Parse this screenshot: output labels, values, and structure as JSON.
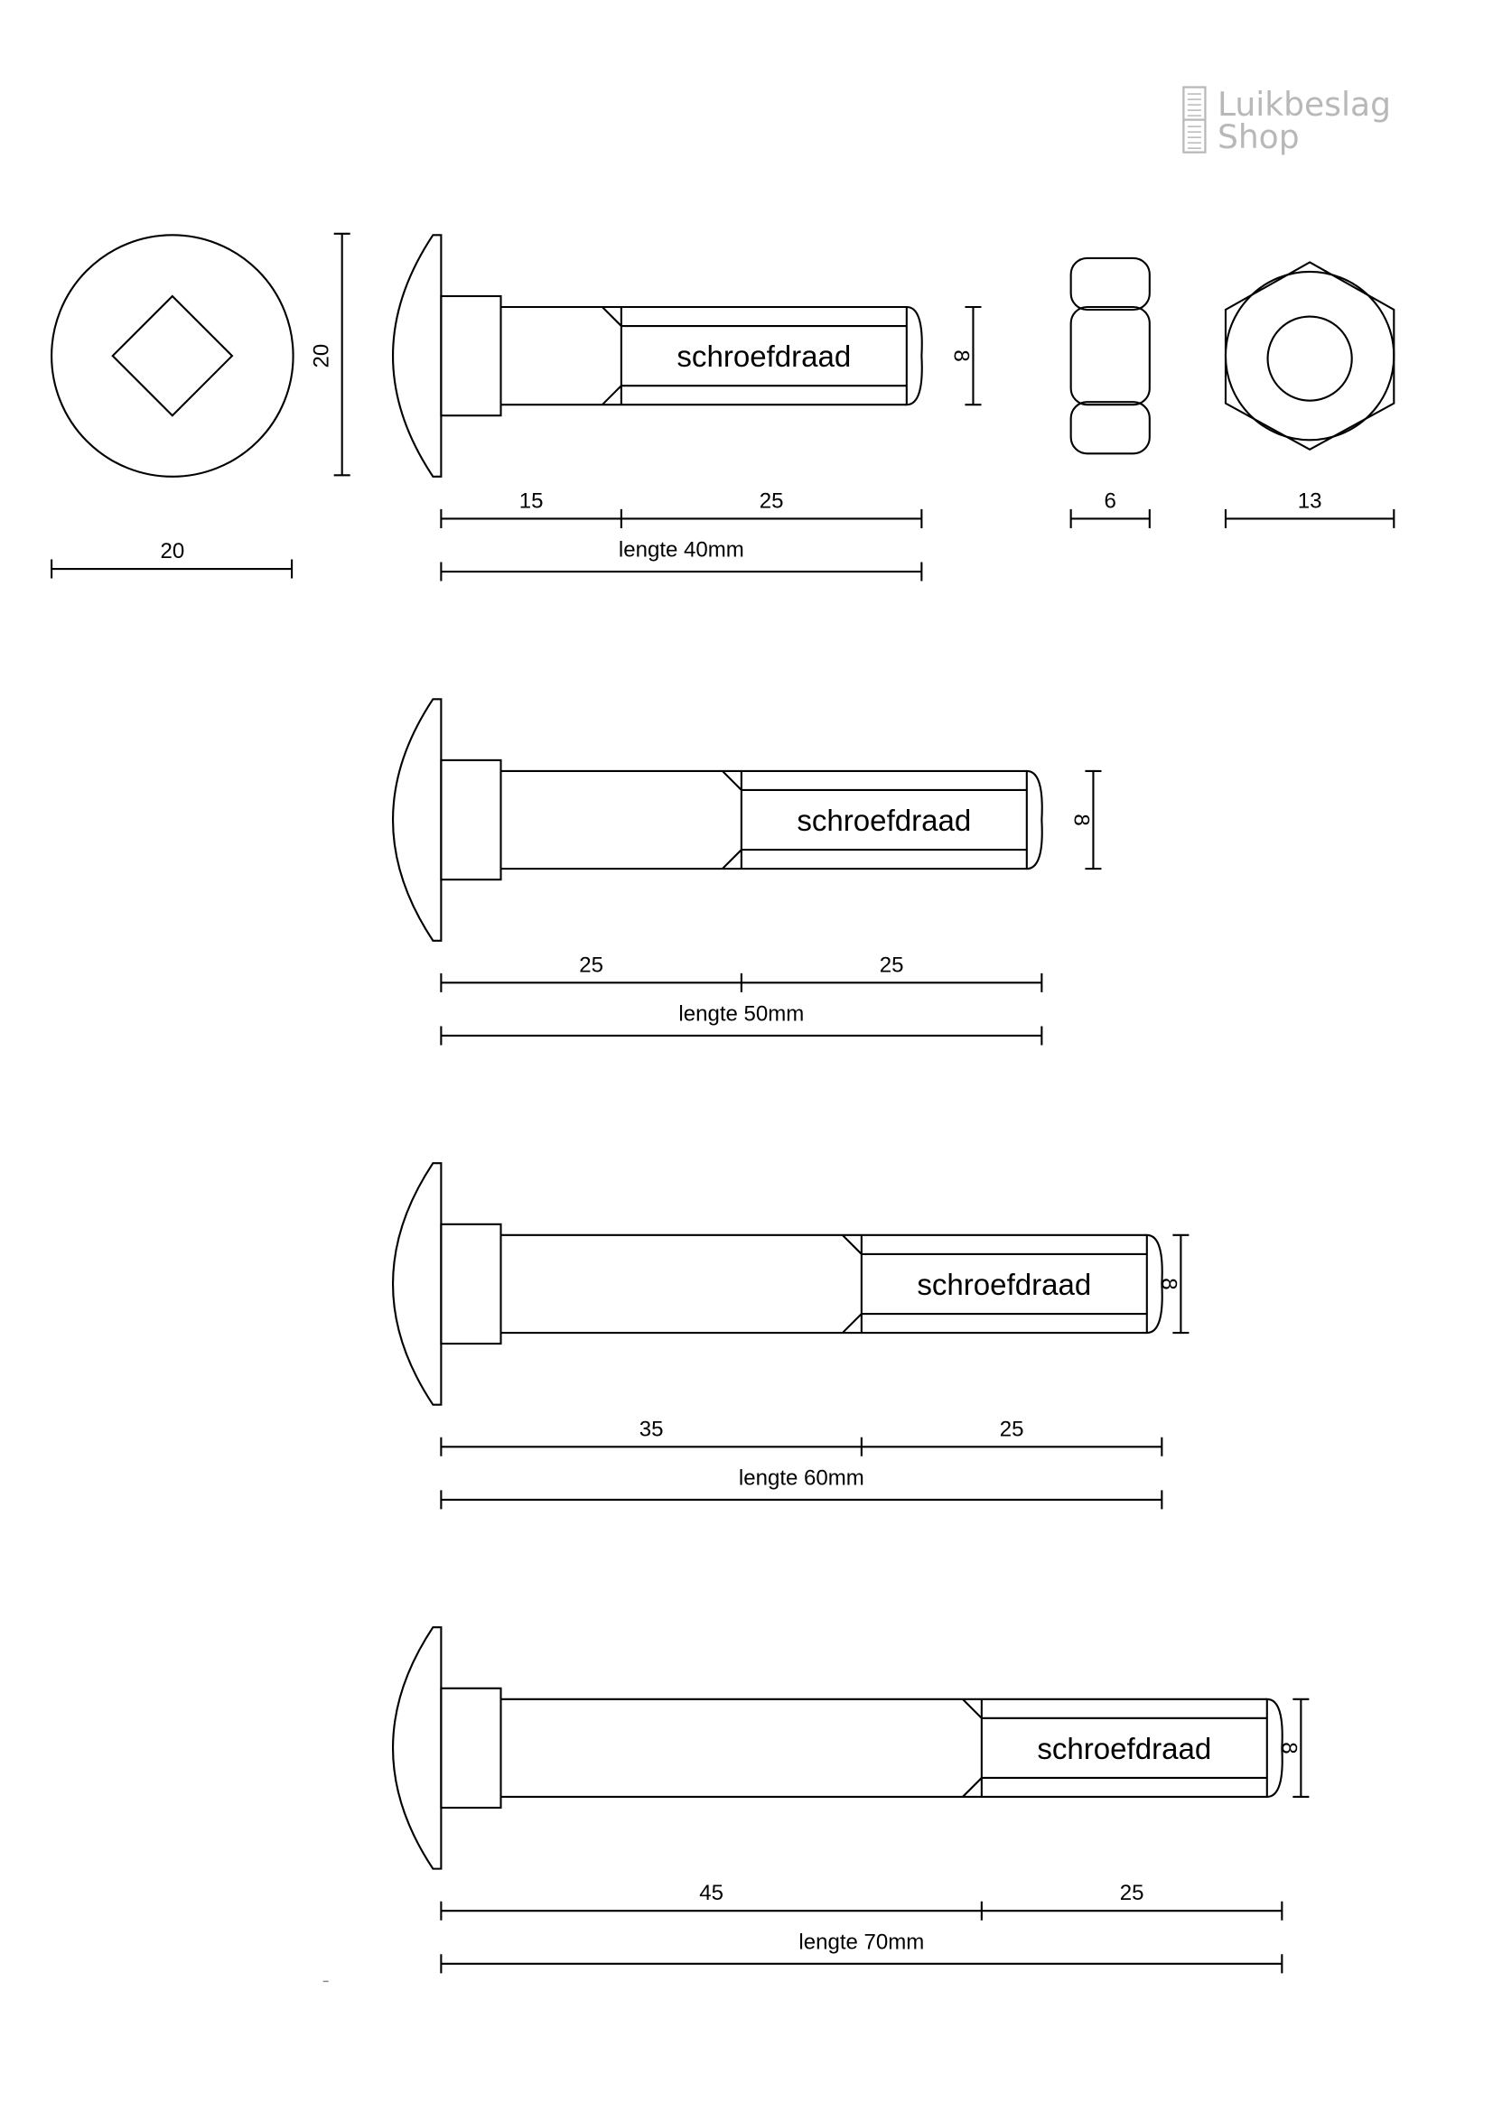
{
  "logo": {
    "line1": "Luikbeslag",
    "line2": "Shop"
  },
  "square_view": {
    "diameter_label": "20",
    "height_label": "20"
  },
  "nut": {
    "thickness_label": "6",
    "width_label": "13"
  },
  "thread_label": "schroefdraad",
  "diameter_label": "8",
  "bolts": [
    {
      "shank_mm": 15,
      "thread_mm": 25,
      "shank_label": "15",
      "thread_dim_label": "25",
      "length_label": "lengte  40mm"
    },
    {
      "shank_mm": 25,
      "thread_mm": 25,
      "shank_label": "25",
      "thread_dim_label": "25",
      "length_label": "lengte  50mm"
    },
    {
      "shank_mm": 35,
      "thread_mm": 25,
      "shank_label": "35",
      "thread_dim_label": "25",
      "length_label": "lengte  60mm"
    },
    {
      "shank_mm": 45,
      "thread_mm": 25,
      "shank_label": "45",
      "thread_dim_label": "25",
      "length_label": "lengte  70mm"
    }
  ]
}
